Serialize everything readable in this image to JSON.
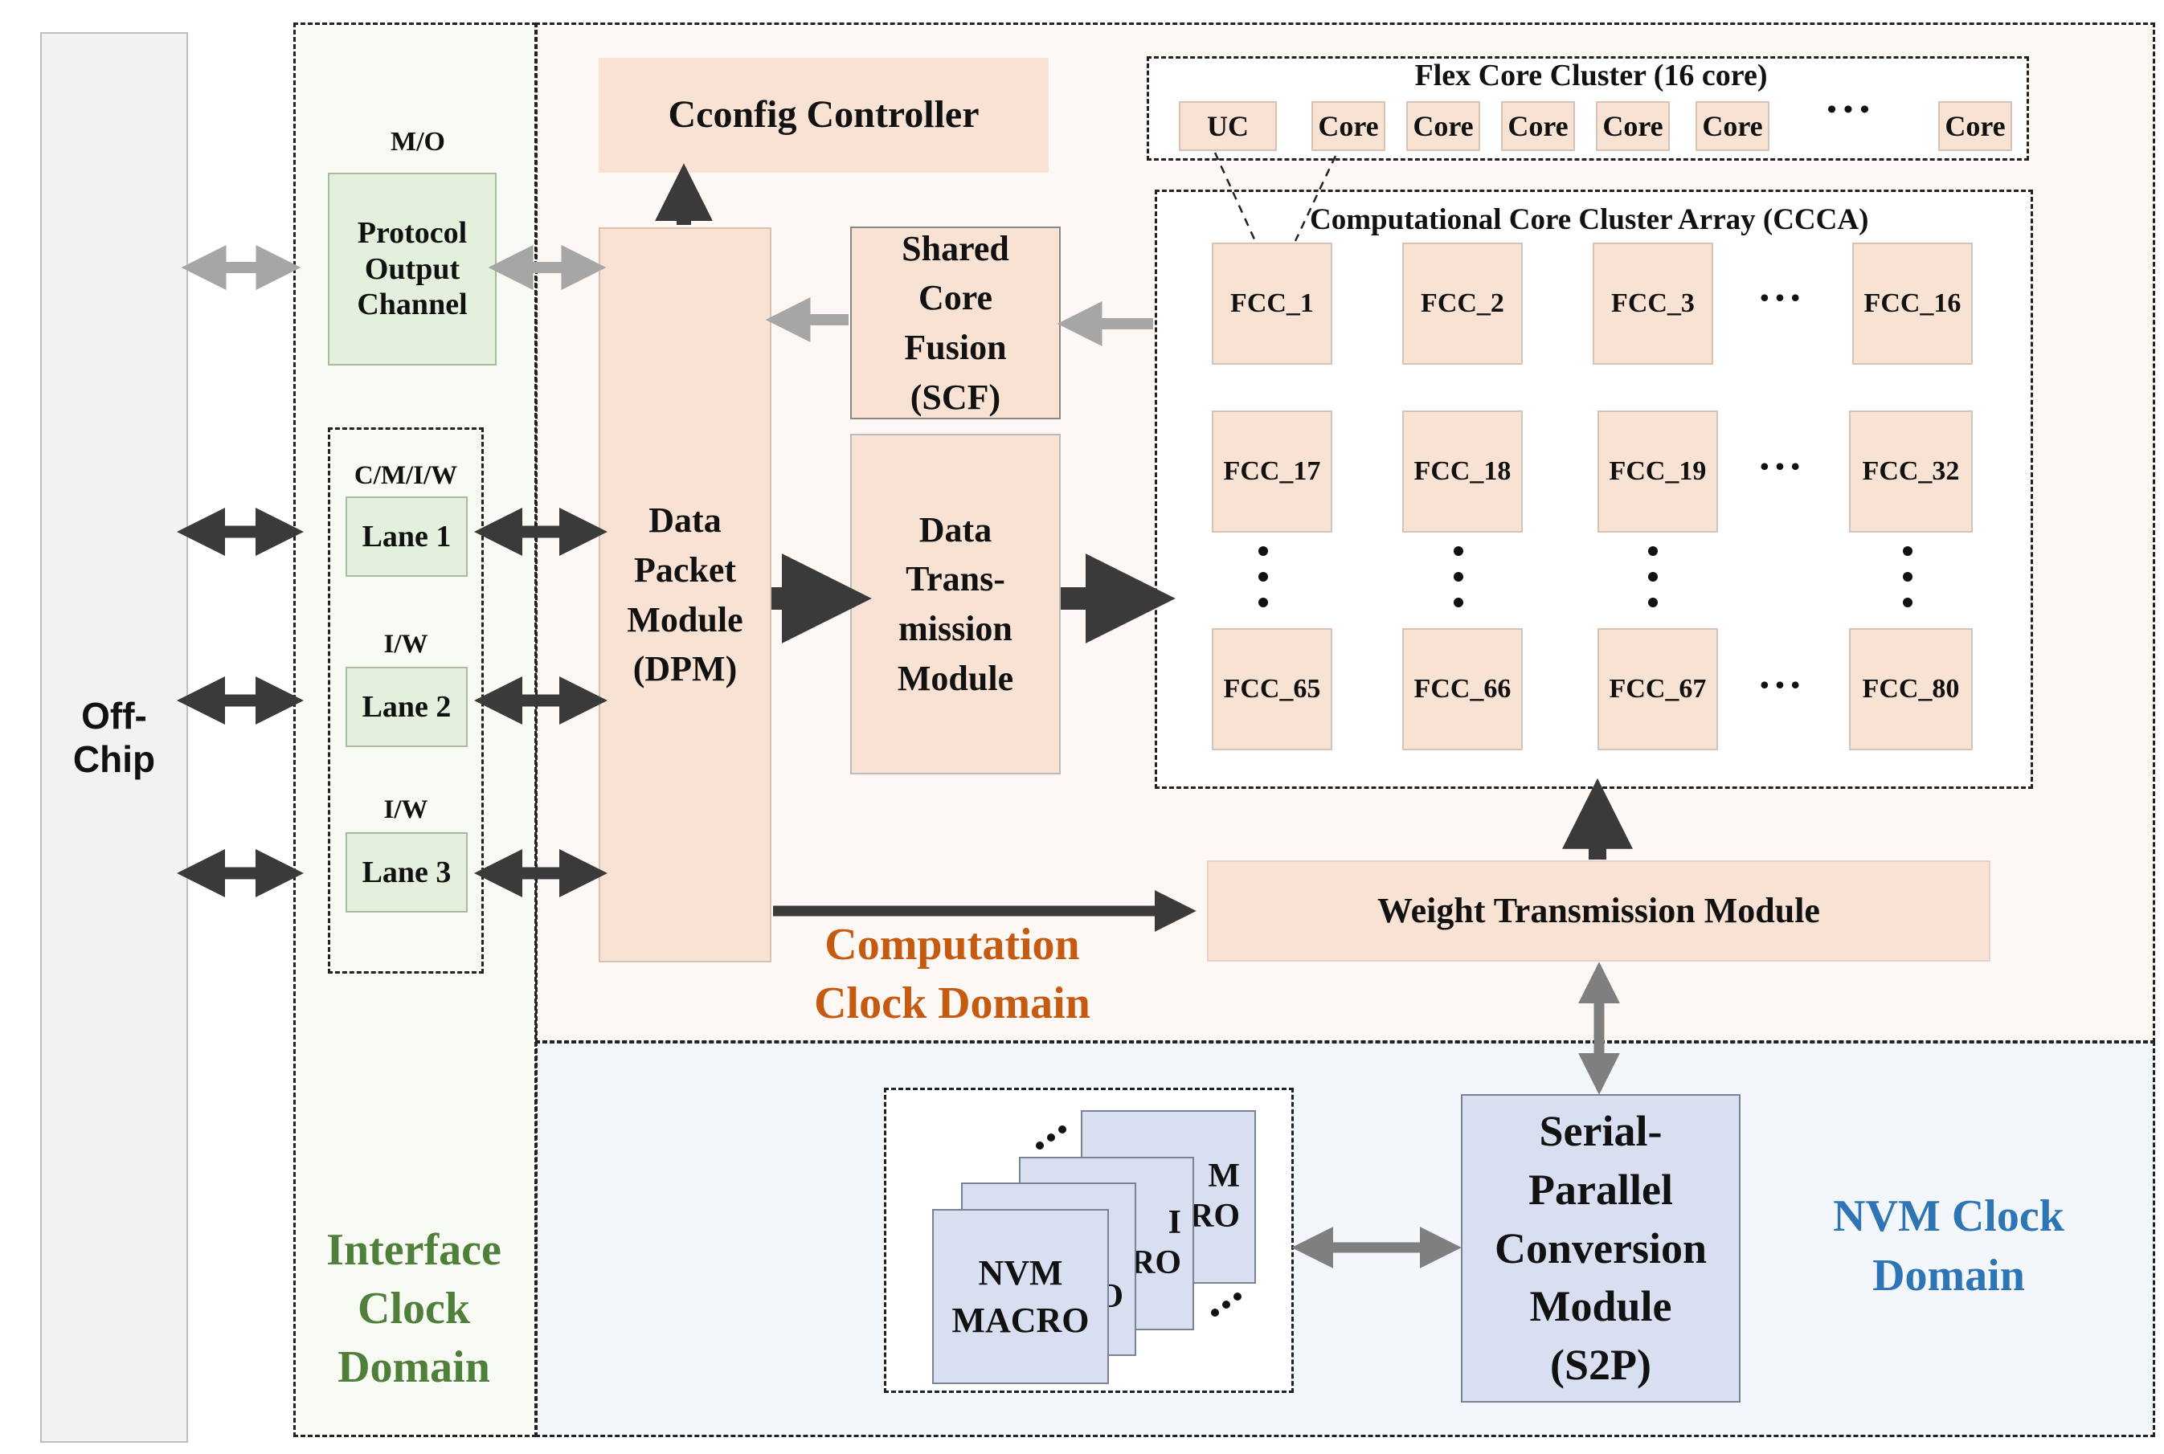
{
  "off_chip": {
    "label": "Off-\nChip"
  },
  "interface_domain": {
    "label": "Interface\nClock\nDomain",
    "color": "#4f7f3a",
    "protocol_output": {
      "tag": "M/O",
      "label": "Protocol\nOutput\nChannel"
    },
    "lanes": [
      {
        "tag": "C/M/I/W",
        "label": "Lane 1"
      },
      {
        "tag": "I/W",
        "label": "Lane 2"
      },
      {
        "tag": "I/W",
        "label": "Lane 3"
      }
    ]
  },
  "computation_domain": {
    "label": "Computation\nClock Domain",
    "color": "#c55a11",
    "config_controller": "Cconfig Controller",
    "dpm": "Data\nPacket\nModule\n(DPM)",
    "scf": "Shared\nCore\nFusion\n(SCF)",
    "dtm": "Data\nTrans-\nmission\nModule",
    "wtm": "Weight Transmission Module",
    "flex_cluster": {
      "title": "Flex Core Cluster (16 core)",
      "uc": "UC",
      "cores": [
        "Core",
        "Core",
        "Core",
        "Core",
        "Core"
      ],
      "last_core": "Core",
      "ellipsis": "• • •"
    },
    "ccca": {
      "title": "Computational Core Cluster Array (CCCA)",
      "rows": [
        [
          "FCC_1",
          "FCC_2",
          "FCC_3",
          "FCC_16"
        ],
        [
          "FCC_17",
          "FCC_18",
          "FCC_19",
          "FCC_32"
        ],
        [
          "FCC_65",
          "FCC_66",
          "FCC_67",
          "FCC_80"
        ]
      ],
      "h_ellipsis": "• • •"
    }
  },
  "nvm_domain": {
    "label": "NVM Clock\nDomain",
    "color": "#2e75b6",
    "macro_front": "NVM\nMACRO",
    "macro_peek_1": "O",
    "macro_peek_2": "I\nRO",
    "macro_peek_3": "M\nRO",
    "s2p": "Serial-\nParallel\nConversion\nModule\n(S2P)"
  },
  "colors": {
    "peach": "#f8e2d4",
    "green": "#e3f1dc",
    "blue": "#d8dff0",
    "arrow_dark": "#3a3a3a",
    "arrow_gray": "#a6a6a6"
  }
}
